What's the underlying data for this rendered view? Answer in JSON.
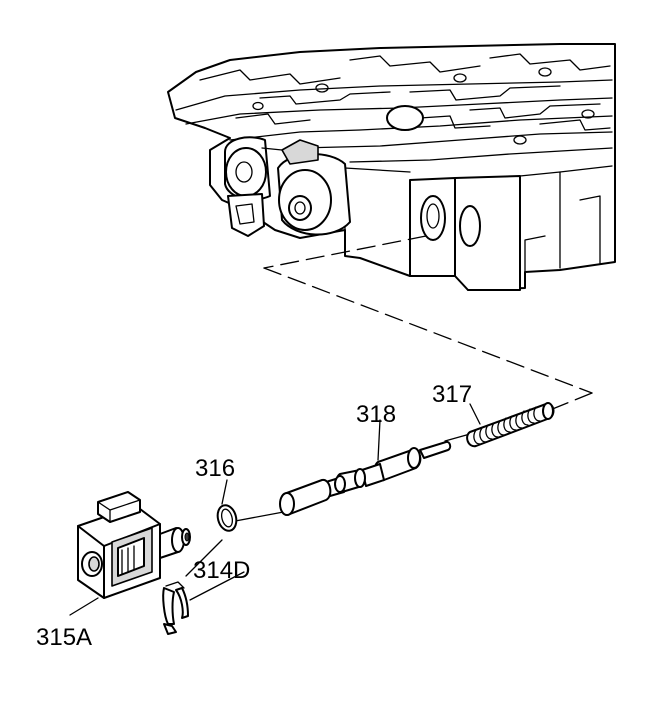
{
  "labels": {
    "solenoid": "315A",
    "clip": "314D",
    "seal": "316",
    "valve": "318",
    "spring": "317"
  },
  "colors": {
    "line": "#000000",
    "background": "#ffffff",
    "shade": "#d8d8d8"
  }
}
